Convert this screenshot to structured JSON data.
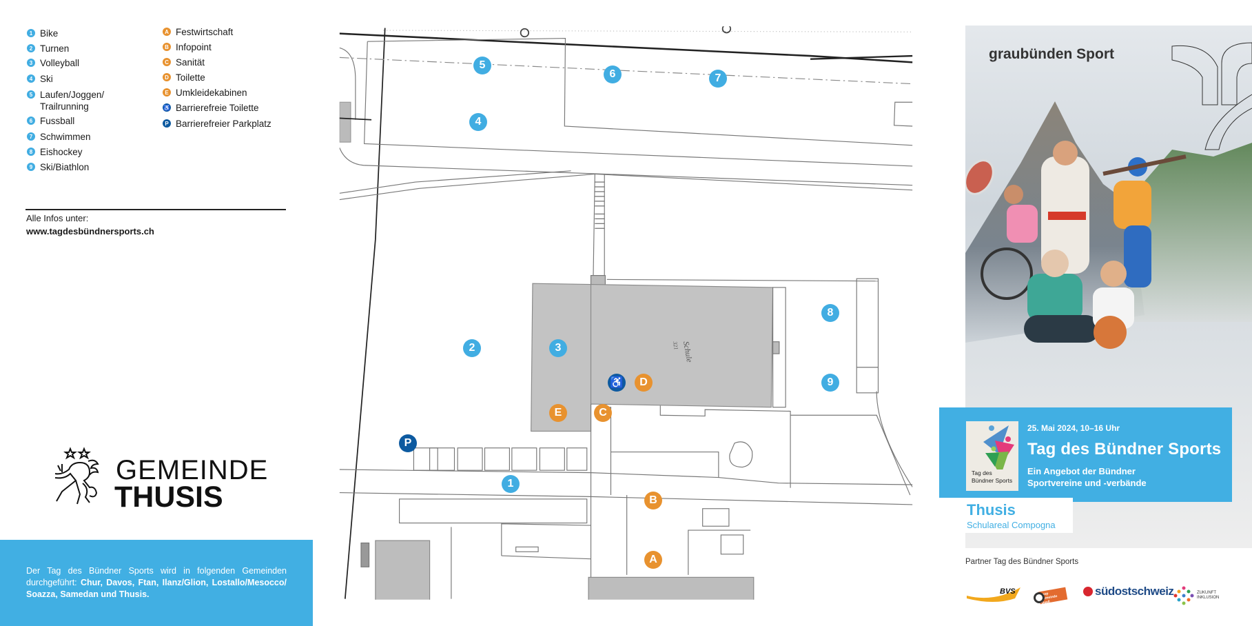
{
  "legend": {
    "sports": [
      {
        "num": "1",
        "label": "Bike"
      },
      {
        "num": "2",
        "label": "Turnen"
      },
      {
        "num": "3",
        "label": "Volleyball"
      },
      {
        "num": "4",
        "label": "Ski"
      },
      {
        "num": "5",
        "label": "Laufen/Joggen/",
        "label2": "Trailrunning"
      },
      {
        "num": "6",
        "label": "Fussball"
      },
      {
        "num": "7",
        "label": "Schwimmen"
      },
      {
        "num": "8",
        "label": "Eishockey"
      },
      {
        "num": "9",
        "label": "Ski/Biathlon"
      }
    ],
    "services": [
      {
        "num": "A",
        "label": "Festwirtschaft"
      },
      {
        "num": "B",
        "label": "Infopoint"
      },
      {
        "num": "C",
        "label": "Sanität"
      },
      {
        "num": "D",
        "label": "Toilette"
      },
      {
        "num": "E",
        "label": "Umkleidekabinen"
      },
      {
        "num": "♿",
        "label": "Barrierefreie Toilette"
      },
      {
        "num": "P",
        "label": "Barrierefreier Parkplatz"
      }
    ]
  },
  "info": {
    "label": "Alle Infos unter:",
    "url": "www.tagdesbündnersports.ch"
  },
  "municipality_logo": {
    "line1": "GEMEINDE",
    "line2": "THUSIS"
  },
  "footer": {
    "text_regular": "Der Tag des Bündner Sports wird in folgenden Gemeinden durchgeführt: ",
    "text_bold": "Chur, Davos, Ftan, Ilanz/Glion, Lostallo/Mesocco/ Soazza, Samedan und Thusis."
  },
  "map": {
    "building_label": "Schule",
    "building_number": "321",
    "markers": [
      {
        "label": "5"
      },
      {
        "label": "6"
      },
      {
        "label": "7"
      },
      {
        "label": "4"
      },
      {
        "label": "8"
      },
      {
        "label": "2"
      },
      {
        "label": "3"
      },
      {
        "label": "♿"
      },
      {
        "label": "D"
      },
      {
        "label": "9"
      },
      {
        "label": "E"
      },
      {
        "label": "C"
      },
      {
        "label": "P"
      },
      {
        "label": "1"
      },
      {
        "label": "B"
      },
      {
        "label": "A"
      }
    ]
  },
  "poster": {
    "brand_logo": "graubünden Sport",
    "event_logo": "Tag des Bündner Sports",
    "date": "25. Mai 2024, 10–16 Uhr",
    "title": "Tag des Bündner Sports",
    "subtitle1": "Ein Angebot der Bündner",
    "subtitle2": "Sportvereine und -verbände",
    "location": "Thusis",
    "venue": "Schulareal Compogna",
    "partner_heading": "Partner Tag des Bündner Sports",
    "partners": [
      "BVS",
      "coop Gemeinde Duell",
      "südostschweiz",
      "Zukunft Inklusion"
    ]
  },
  "colors": {
    "sport_blue": "#41ade2",
    "service_orange": "#e8922f",
    "access_blue": "#0d5aa0",
    "panel_blue": "#41afe3"
  }
}
